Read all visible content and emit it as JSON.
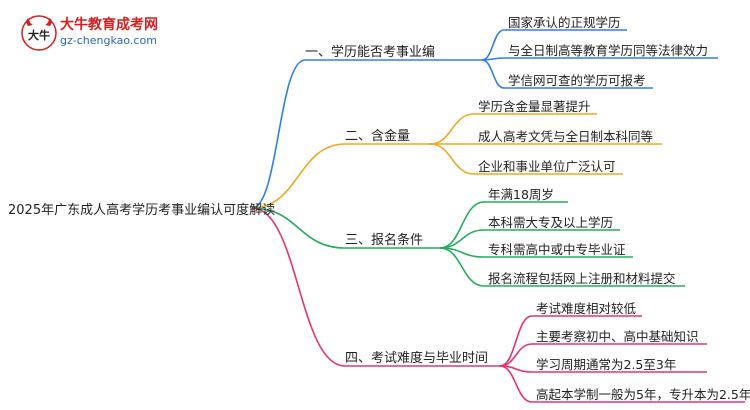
{
  "logo": {
    "title": "大牛教育成考网",
    "url": "gz-chengkao.com",
    "mark_text": "大牛"
  },
  "root": "2025年广东成人高考学历考事业编认可度解读",
  "branches": [
    {
      "label": "一、学历能否考事业编",
      "color": "#2f7fe8",
      "leaves": [
        "国家承认的正规学历",
        "与全日制高等教育学历同等法律效力",
        "学信网可查的学历可报考"
      ]
    },
    {
      "label": "二、含金量",
      "color": "#f0a81e",
      "leaves": [
        "学历含金量显著提升",
        "成人高考文凭与全日制本科同等",
        "企业和事业单位广泛认可"
      ]
    },
    {
      "label": "三、报名条件",
      "color": "#23ad5c",
      "leaves": [
        "年满18周岁",
        "本科需大专及以上学历",
        "专科需高中或中专毕业证",
        "报名流程包括网上注册和材料提交"
      ]
    },
    {
      "label": "四、考试难度与毕业时间",
      "color": "#e8336e",
      "leaves": [
        "考试难度相对较低",
        "主要考察初中、高中基础知识",
        "学习周期通常为2.5至3年",
        "高起本学制一般为5年，专升本为2.5年"
      ]
    }
  ]
}
